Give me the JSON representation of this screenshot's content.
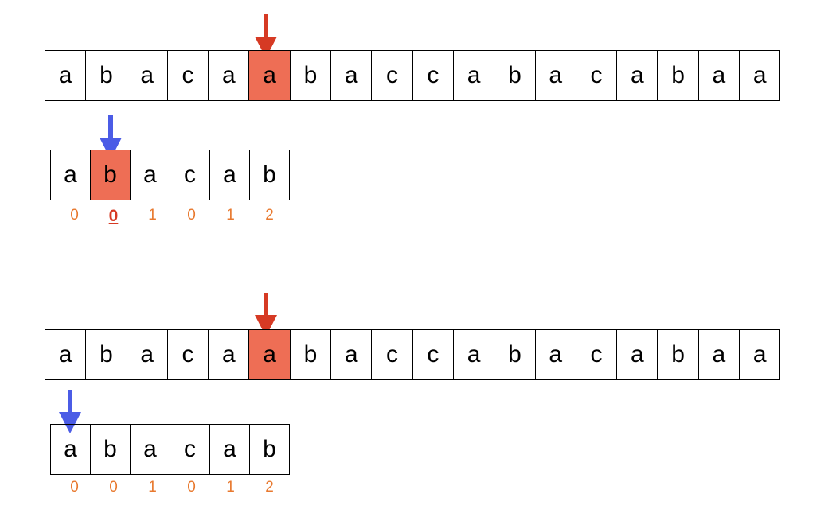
{
  "colors": {
    "text_arrow": "#d63a24",
    "pattern_arrow": "#4b5ce6",
    "highlight": "#ee6e55",
    "next_values": "#e8792f"
  },
  "panels": [
    {
      "text": [
        "a",
        "b",
        "a",
        "c",
        "a",
        "a",
        "b",
        "a",
        "c",
        "c",
        "a",
        "b",
        "a",
        "c",
        "a",
        "b",
        "a",
        "a"
      ],
      "text_pointer": 5,
      "pattern": [
        "a",
        "b",
        "a",
        "c",
        "a",
        "b"
      ],
      "pattern_pointer": 1,
      "pattern_highlight": 1,
      "next": [
        "0",
        "0",
        "1",
        "0",
        "1",
        "2"
      ],
      "next_focus": 1
    },
    {
      "text": [
        "a",
        "b",
        "a",
        "c",
        "a",
        "a",
        "b",
        "a",
        "c",
        "c",
        "a",
        "b",
        "a",
        "c",
        "a",
        "b",
        "a",
        "a"
      ],
      "text_pointer": 5,
      "pattern": [
        "a",
        "b",
        "a",
        "c",
        "a",
        "b"
      ],
      "pattern_pointer": 0,
      "pattern_highlight": -1,
      "next": [
        "0",
        "0",
        "1",
        "0",
        "1",
        "2"
      ],
      "next_focus": -1
    }
  ]
}
